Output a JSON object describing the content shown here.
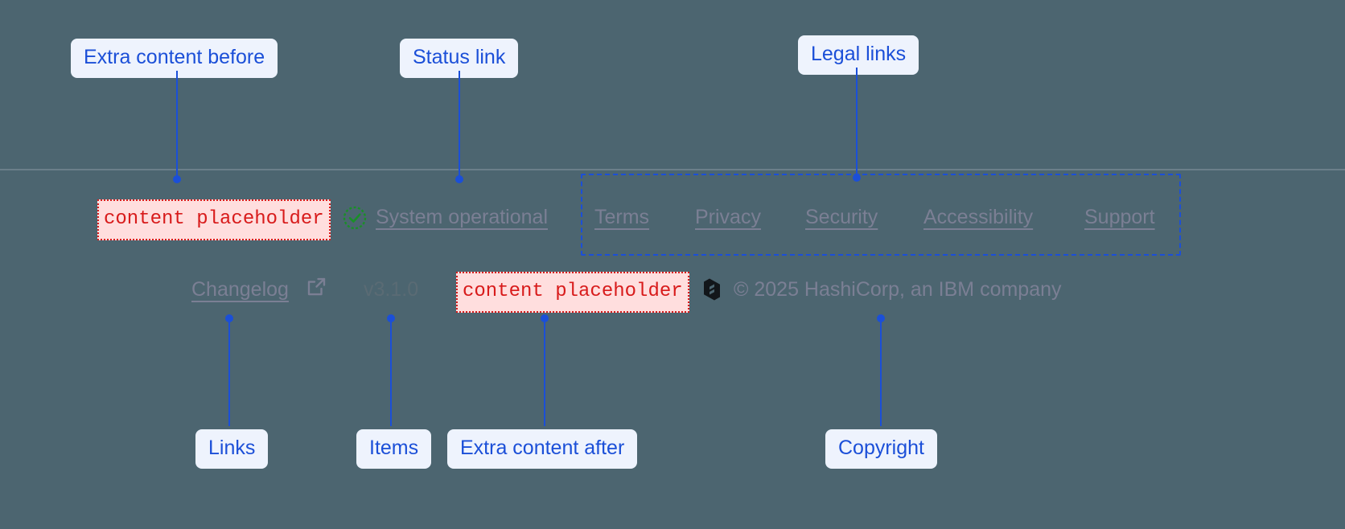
{
  "theme": {
    "page_background": "#4c6570",
    "callout_fill": "#eef3fd",
    "callout_text": "#1b4fd8",
    "annotation_line": "#1b4fd8",
    "placeholder_fill": "#ffdede",
    "placeholder_text": "#d81b1b",
    "link_color": "#7b7f94",
    "status_ok_color": "#1a8f28",
    "divider_color": "#6b7f8a"
  },
  "annotations": {
    "extra_before": "Extra content before",
    "status_link": "Status link",
    "legal_links": "Legal links",
    "links": "Links",
    "items": "Items",
    "extra_after": "Extra content after",
    "copyright": "Copyright"
  },
  "footer": {
    "placeholder_before": {
      "text": "content placeholder",
      "icon": "placeholder-slot"
    },
    "placeholder_after": {
      "text": "content placeholder",
      "icon": "placeholder-slot"
    },
    "status": {
      "icon": "check-circle-icon",
      "label": "System operational"
    },
    "legal_links": [
      {
        "label": "Terms"
      },
      {
        "label": "Privacy"
      },
      {
        "label": "Security"
      },
      {
        "label": "Accessibility"
      },
      {
        "label": "Support"
      }
    ],
    "changelog": {
      "label": "Changelog",
      "icon": "external-link-icon"
    },
    "version": "v3.1.0",
    "brand": {
      "icon": "hashicorp-logo-icon",
      "copyright": "© 2025 HashiCorp, an IBM company"
    }
  }
}
